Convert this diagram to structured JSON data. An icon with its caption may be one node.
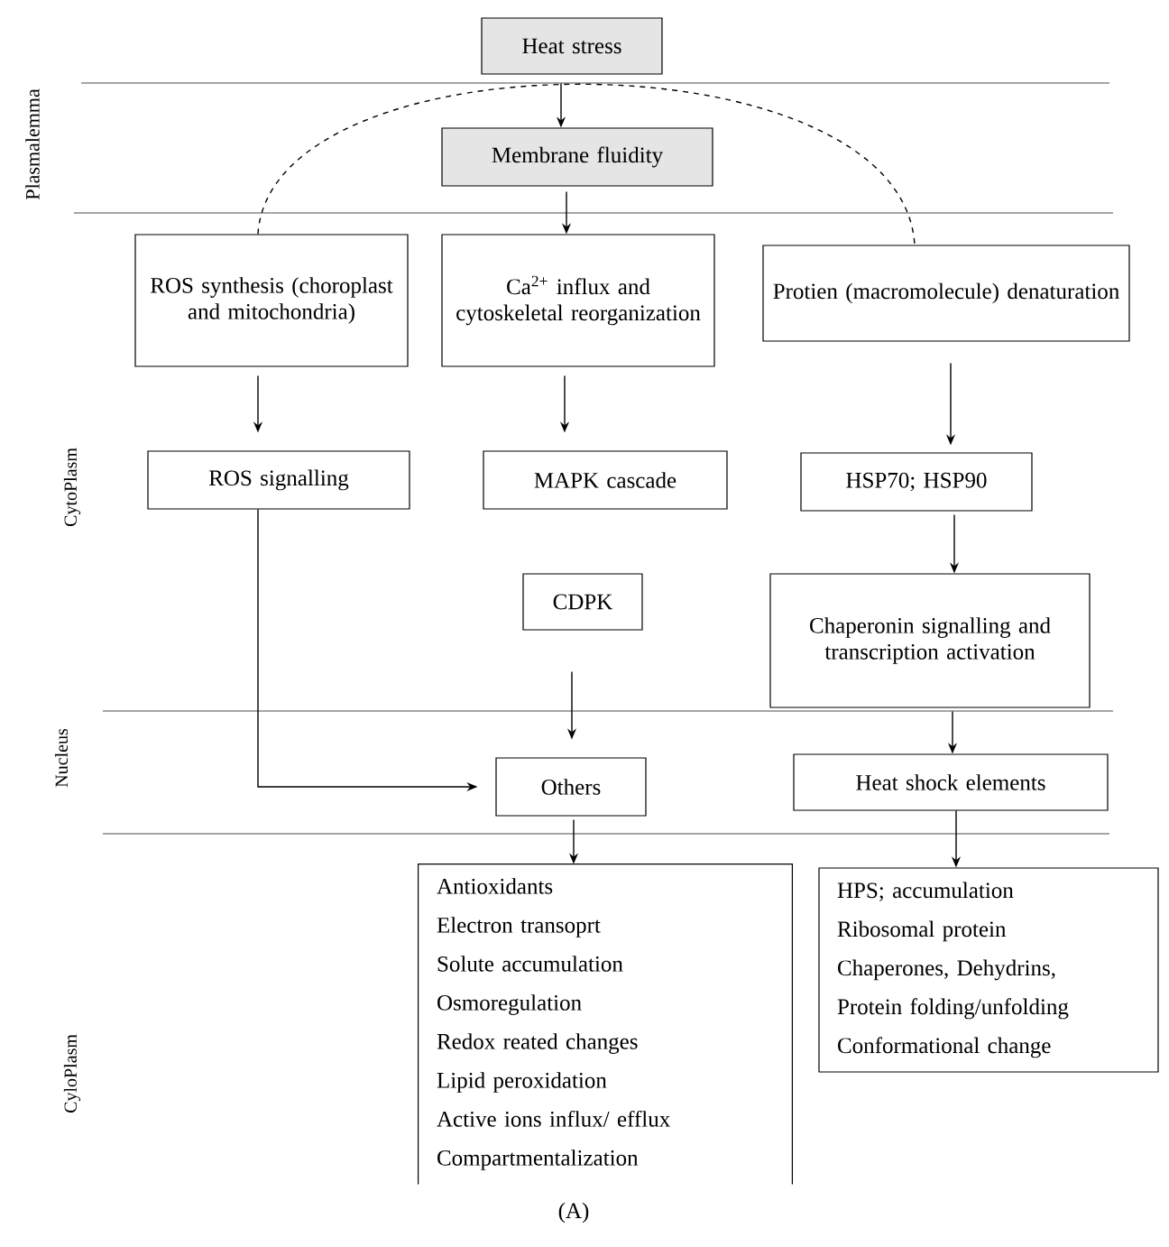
{
  "diagram": {
    "caption": "(A)",
    "nodes": [
      {
        "text": [
          "Heat stress"
        ]
      },
      {
        "text": [
          "Membrane fluidity"
        ]
      },
      {
        "text": [
          "ROS synthesis (choroplast and mitochondria)"
        ]
      },
      {
        "text": [
          "Ca$^{2+}$ influx and cytoskeletal reorganization"
        ]
      },
      {
        "text": [
          "Protien (macromolecule) denaturation"
        ]
      },
      {
        "text": [
          "ROS signalling"
        ]
      },
      {
        "text": [
          "MAPK cascade"
        ]
      },
      {
        "text": [
          "HSP70; HSP90"
        ]
      },
      {
        "text": [
          "CDPK"
        ]
      },
      {
        "text": [
          "Chaperonin signalling and transcription activation"
        ]
      },
      {
        "text": [
          "Others"
        ]
      },
      {
        "text": [
          "Heat shock elements"
        ]
      },
      {
        "text": [
          "Antioxidants",
          "Electron transoprt",
          "Solute accumulation",
          "Osmoregulation",
          "Redox reated changes",
          "Lipid peroxidation",
          "Active ions influx/ efflux",
          "Compartmentalization"
        ]
      },
      {
        "text": [
          "HPS; accumulation",
          "Ribosomal protein",
          "Chaperones, Dehydrins,",
          "Protein folding/unfolding",
          "Conformational change"
        ]
      }
    ],
    "edges": [
      {
        "from": 0,
        "to": 1,
        "arrow": "to"
      },
      {
        "from": 1,
        "to": 3,
        "arrow": "to"
      },
      {
        "from": 2,
        "to": 4,
        "arrow": "none",
        "style": "dashed"
      },
      {
        "from": 2,
        "to": 5,
        "arrow": "to"
      },
      {
        "from": 3,
        "to": 6,
        "arrow": "to"
      },
      {
        "from": 4,
        "to": 7,
        "arrow": "to"
      },
      {
        "from": 7,
        "to": 9,
        "arrow": "to"
      },
      {
        "from": 5,
        "to": 10,
        "arrow": "to"
      },
      {
        "from": 8,
        "to": 10,
        "arrow": "to"
      },
      {
        "from": 9,
        "to": 11,
        "arrow": "to"
      },
      {
        "from": 10,
        "to": 12,
        "arrow": "to"
      },
      {
        "from": 11,
        "to": 13,
        "arrow": "to"
      }
    ],
    "labels": [
      "Plasmalemma",
      "CytoPlasm",
      "Nucleus",
      "CyloPlasm"
    ]
  }
}
